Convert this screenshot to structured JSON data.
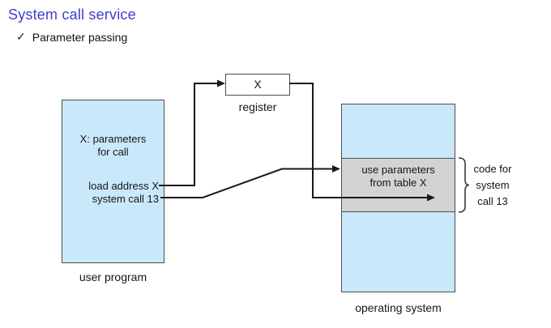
{
  "slide": {
    "title": "System call service",
    "bullet_check": "✓",
    "bullet_text": "Parameter passing"
  },
  "colors": {
    "title_blue": "#3e3ecf",
    "box_blue": "#c9e8fa",
    "strip_gray": "#d2d3d4",
    "line_black": "#1a1a1a"
  },
  "user_program": {
    "param_note_line1": "X: parameters",
    "param_note_line2": "for call",
    "instruction1": "load address X",
    "instruction2": "system call 13",
    "caption": "user program"
  },
  "register": {
    "value": "X",
    "caption": "register"
  },
  "operating_system": {
    "strip_line1": "use parameters",
    "strip_line2": "from table X",
    "caption": "operating system"
  },
  "brace_note": {
    "line1": "code for",
    "line2": "system",
    "line3": "call 13"
  }
}
